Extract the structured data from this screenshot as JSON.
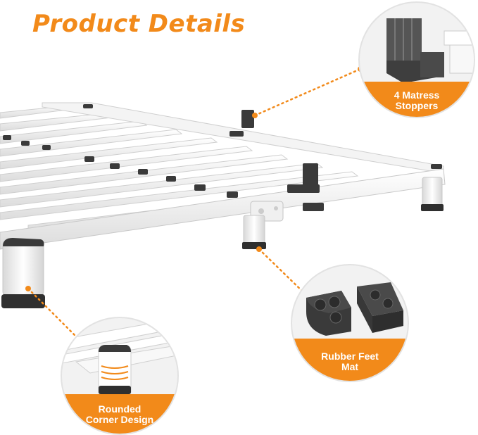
{
  "title": "Product Details",
  "callouts": [
    {
      "line1": "4 Matress",
      "line2": "Stoppers"
    },
    {
      "line1": "Rubber Feet",
      "line2": "Mat"
    },
    {
      "line1": "Rounded",
      "line2": "Corner Design"
    }
  ],
  "colors": {
    "accent": "#f28a1a",
    "frame": "#ffffff",
    "parts": "#3a3a3a"
  }
}
